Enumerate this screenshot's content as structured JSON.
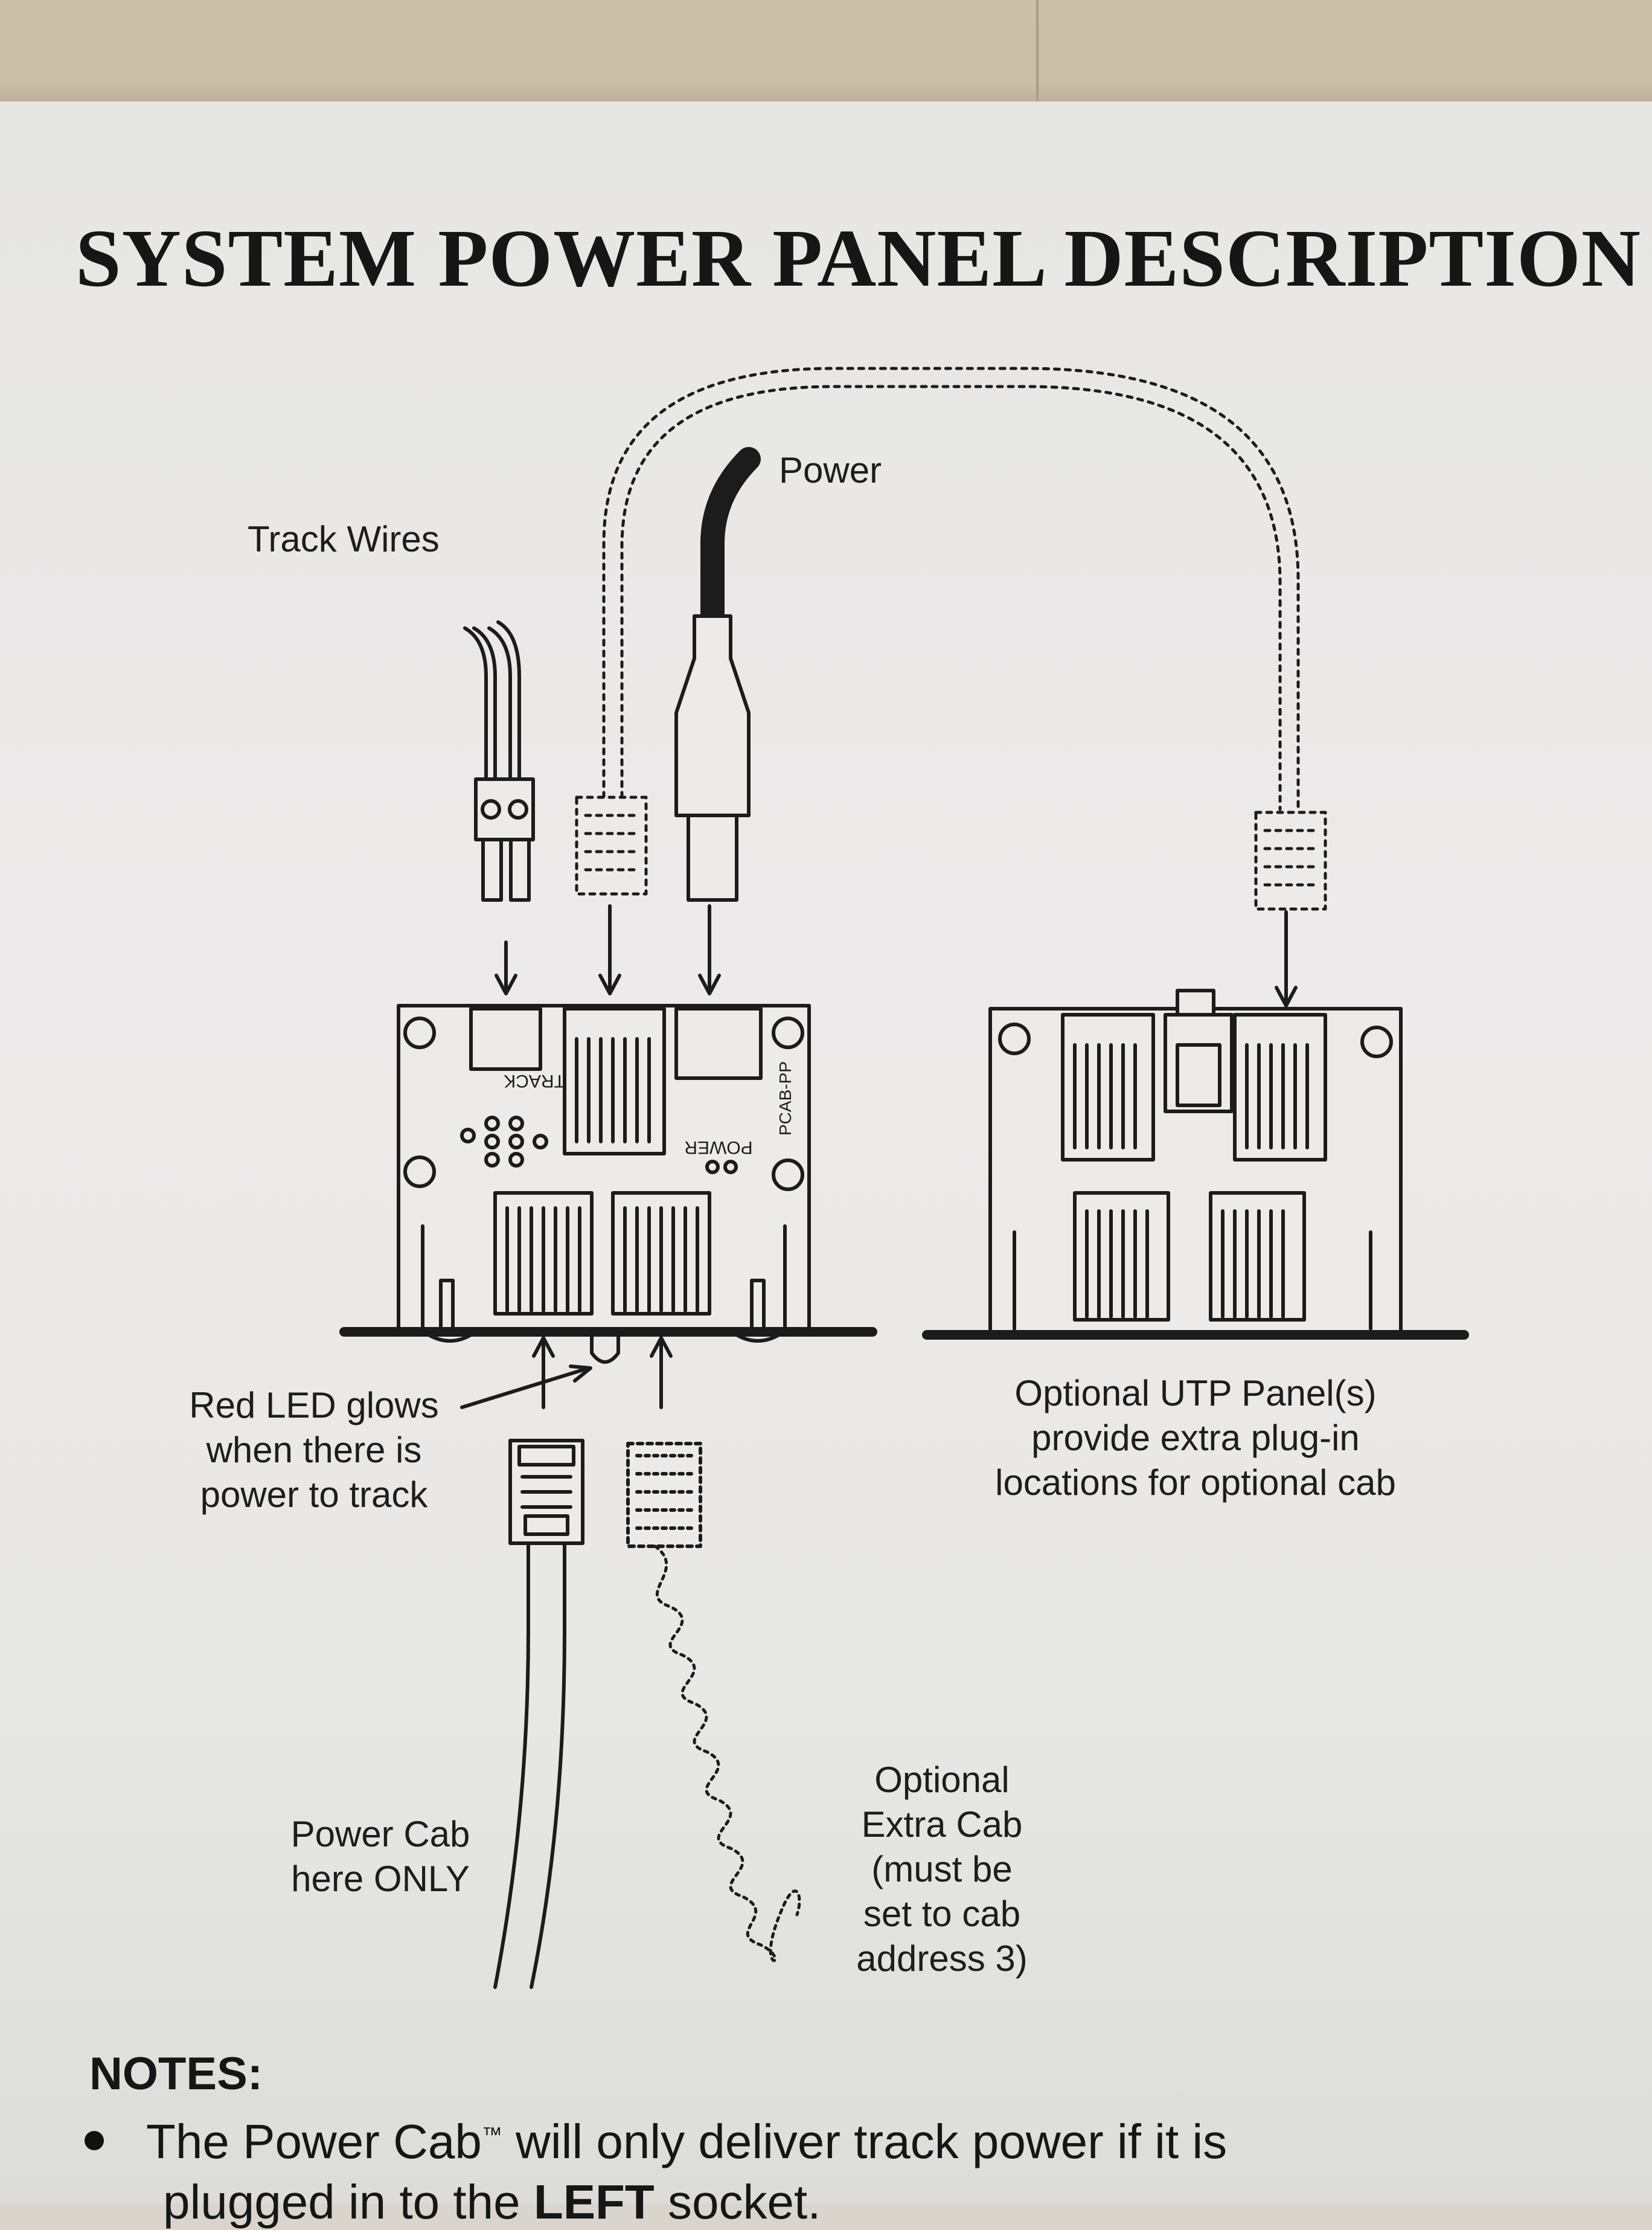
{
  "title": "SYSTEM POWER PANEL DESCRIPTION",
  "labels": {
    "power": "Power",
    "track_wires": "Track Wires",
    "red_led": [
      "Red LED glows",
      "when there is",
      "power to track"
    ],
    "optional_utp": [
      "Optional UTP Panel(s)",
      "provide extra plug-in",
      "locations for optional cab"
    ],
    "power_cab": [
      "Power Cab",
      "here ONLY"
    ],
    "optional_extra_cab": [
      "Optional",
      "Extra Cab",
      "(must be",
      "set to cab",
      "address 3)"
    ]
  },
  "panel_text": {
    "track": "TRACK",
    "power": "POWER",
    "model": "PCAB-PP"
  },
  "notes": {
    "heading": "NOTES:",
    "item1_line1_a": "The Power Cab",
    "item1_tm": "™",
    "item1_line1_b": " will only deliver track power if it is",
    "item1_line2_a": "plugged in to the ",
    "item1_line2_b": "LEFT",
    "item1_line2_c": " socket."
  }
}
